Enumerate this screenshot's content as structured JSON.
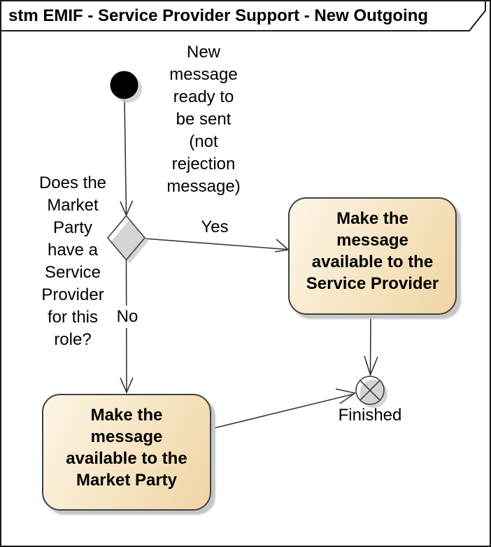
{
  "frame": {
    "title": "stm EMIF - Service Provider Support - New Outgoing"
  },
  "annotations": {
    "trigger_note": "New\nmessage\nready to\nbe sent\n(not\nrejection\nmessage)",
    "question_note": "Does the\nMarket\nParty\nhave a\nService\nProvider\nfor this\nrole?"
  },
  "nodes": {
    "initial": {
      "kind": "initial-pseudostate"
    },
    "decision": {
      "kind": "decision-diamond"
    },
    "state_service_provider": {
      "label": "Make the\nmessage\navailable to the\nService Provider"
    },
    "state_market_party": {
      "label": "Make the\nmessage\navailable to the\nMarket Party"
    },
    "final": {
      "kind": "terminate-node",
      "label": "Finished"
    }
  },
  "edges": {
    "yes_label": "Yes",
    "no_label": "No"
  },
  "colors": {
    "frame_border": "#1a1a1a",
    "connector": "#383838",
    "node_border": "#404040",
    "node_fill_light": "#fdf6e7",
    "node_fill_dark": "#f0d5a3",
    "shadow": "#c6c6c6",
    "initial_fill": "#000000"
  }
}
